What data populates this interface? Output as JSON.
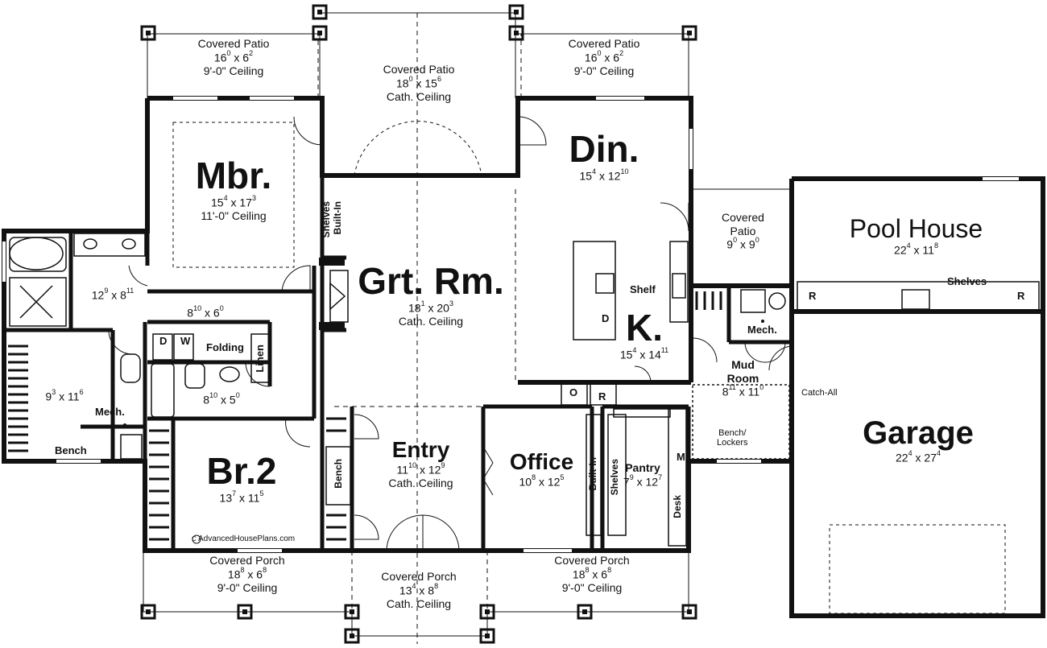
{
  "rooms": {
    "patio_left": {
      "name": "Covered Patio",
      "w": "16",
      "wi": "0",
      "h": "6",
      "hi": "2",
      "ceiling": "9'-0\" Ceiling"
    },
    "patio_center": {
      "name": "Covered Patio",
      "w": "18",
      "wi": "0",
      "h": "15",
      "hi": "6",
      "ceiling": "Cath. Ceiling"
    },
    "patio_right": {
      "name": "Covered Patio",
      "w": "16",
      "wi": "0",
      "h": "6",
      "hi": "2",
      "ceiling": "9'-0\" Ceiling"
    },
    "mbr": {
      "name": "Mbr.",
      "w": "15",
      "wi": "4",
      "h": "17",
      "hi": "3",
      "ceiling": "11'-0\" Ceiling"
    },
    "din": {
      "name": "Din.",
      "w": "15",
      "wi": "4",
      "h": "12",
      "hi": "10"
    },
    "grt": {
      "name": "Grt. Rm.",
      "w": "18",
      "wi": "1",
      "h": "20",
      "hi": "3",
      "ceiling": "Cath. Ceiling"
    },
    "kitchen": {
      "name": "K.",
      "w": "15",
      "wi": "4",
      "h": "14",
      "hi": "11"
    },
    "patio_small": {
      "name": "Covered Patio",
      "w": "9",
      "wi": "0",
      "h": "9",
      "hi": "0"
    },
    "pool": {
      "name": "Pool House",
      "w": "22",
      "wi": "4",
      "h": "11",
      "hi": "8"
    },
    "bath_master": {
      "w": "12",
      "wi": "9",
      "h": "8",
      "hi": "11"
    },
    "hall_top": {
      "w": "8",
      "wi": "10",
      "h": "6",
      "hi": "0"
    },
    "bath2": {
      "w": "8",
      "wi": "10",
      "h": "5",
      "hi": "0"
    },
    "closet": {
      "w": "9",
      "wi": "3",
      "h": "11",
      "hi": "6"
    },
    "mudroom": {
      "name": "Mud Room",
      "w": "8",
      "wi": "11",
      "h": "11",
      "hi": "0"
    },
    "garage": {
      "name": "Garage",
      "w": "22",
      "wi": "4",
      "h": "27",
      "hi": "4"
    },
    "br2": {
      "name": "Br.2",
      "w": "13",
      "wi": "7",
      "h": "11",
      "hi": "5"
    },
    "entry": {
      "name": "Entry",
      "w": "11",
      "wi": "10",
      "h": "12",
      "hi": "9",
      "ceiling": "Cath. Ceiling"
    },
    "office": {
      "name": "Office",
      "w": "10",
      "wi": "8",
      "h": "12",
      "hi": "5"
    },
    "pantry": {
      "name": "Pantry",
      "w": "7",
      "wi": "9",
      "h": "12",
      "hi": "7"
    },
    "porch_left": {
      "name": "Covered Porch",
      "w": "18",
      "wi": "8",
      "h": "6",
      "hi": "8",
      "ceiling": "9'-0\" Ceiling"
    },
    "porch_center": {
      "name": "Covered Porch",
      "w": "13",
      "wi": "4",
      "h": "8",
      "hi": "8",
      "ceiling": "Cath. Ceiling"
    },
    "porch_right": {
      "name": "Covered Porch",
      "w": "18",
      "wi": "8",
      "h": "6",
      "hi": "8",
      "ceiling": "9'-0\" Ceiling"
    }
  },
  "labels": {
    "shelves_builtin_a": "Shelves",
    "shelves_builtin_b": "Built-In",
    "shelf": "Shelf",
    "d_kitchen": "D",
    "d_laundry": "D",
    "w_laundry": "W",
    "folding": "Folding",
    "linen": "Linen",
    "mech_right": "Mech.",
    "mech_left": "Mech.",
    "r_pool_left": "R",
    "r_pool_right": "R",
    "shelves_pool": "Shelves",
    "o_kitchen": "O",
    "r_kitchen": "R",
    "catch_all": "Catch-All",
    "bench_lockers_a": "Bench/",
    "bench_lockers_b": "Lockers",
    "m_pantry": "M",
    "desk": "Desk",
    "bench_entry": "Bench",
    "bench_closet": "Bench",
    "builtin_office": "Built-In",
    "shelves_pantry": "Shelves",
    "copyright": "AdvancedHousePlans.com",
    "copyright_mark": "C"
  }
}
